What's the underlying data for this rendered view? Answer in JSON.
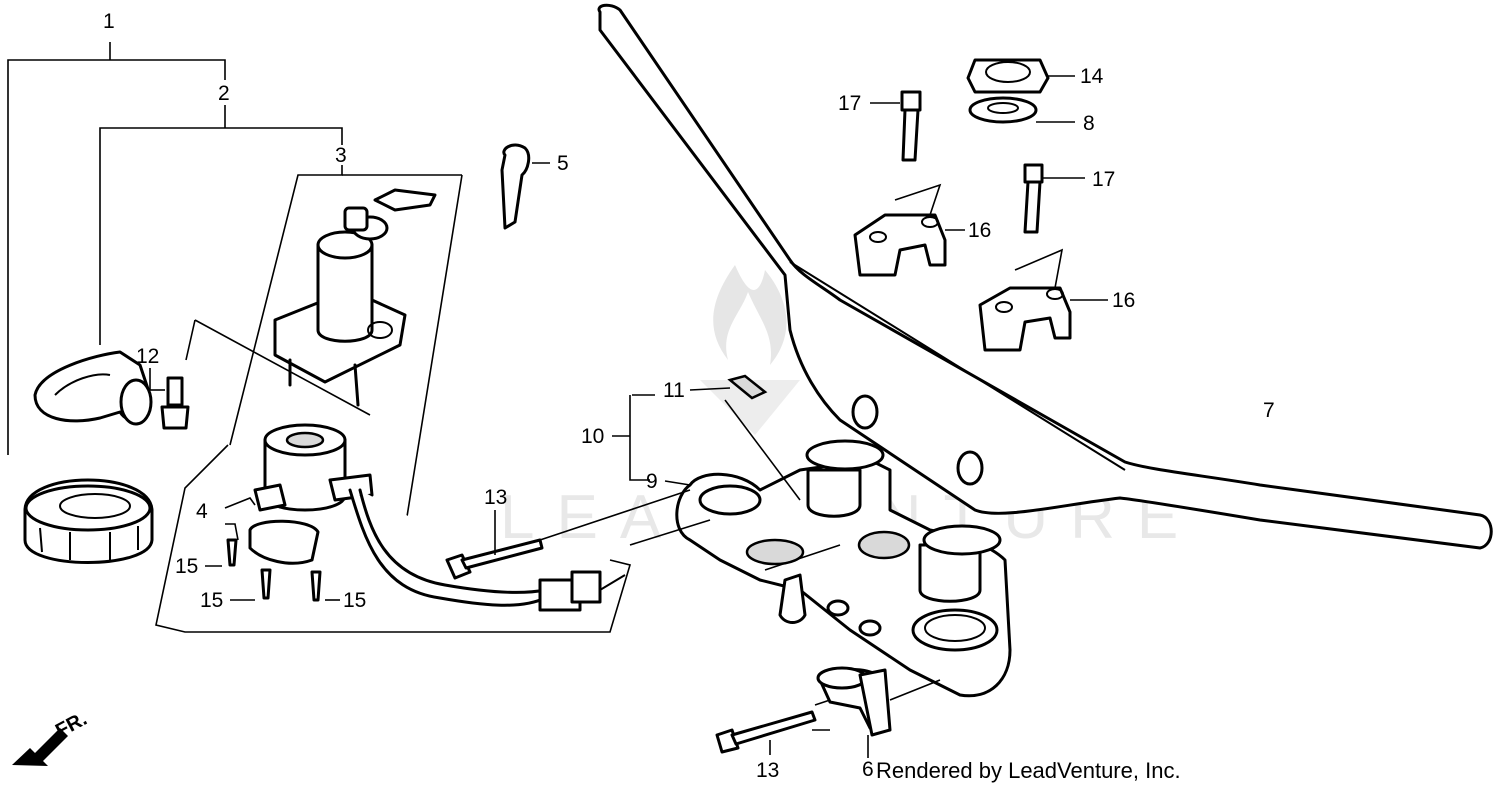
{
  "diagram": {
    "callouts": {
      "c1": "1",
      "c2": "2",
      "c3": "3",
      "c4": "4",
      "c5": "5",
      "c6": "6",
      "c7": "7",
      "c8": "8",
      "c9": "9",
      "c10": "10",
      "c11": "11",
      "c12": "12",
      "c13a": "13",
      "c13b": "13",
      "c14": "14",
      "c15a": "15",
      "c15b": "15",
      "c15c": "15",
      "c16a": "16",
      "c16b": "16",
      "c17a": "17",
      "c17b": "17"
    },
    "direction_label": "FR.",
    "watermark_text": "LEADVENTURE",
    "credit": "Rendered by LeadVenture, Inc.",
    "colors": {
      "line": "#000000",
      "background": "#ffffff",
      "watermark": "#e6e6e6"
    }
  }
}
